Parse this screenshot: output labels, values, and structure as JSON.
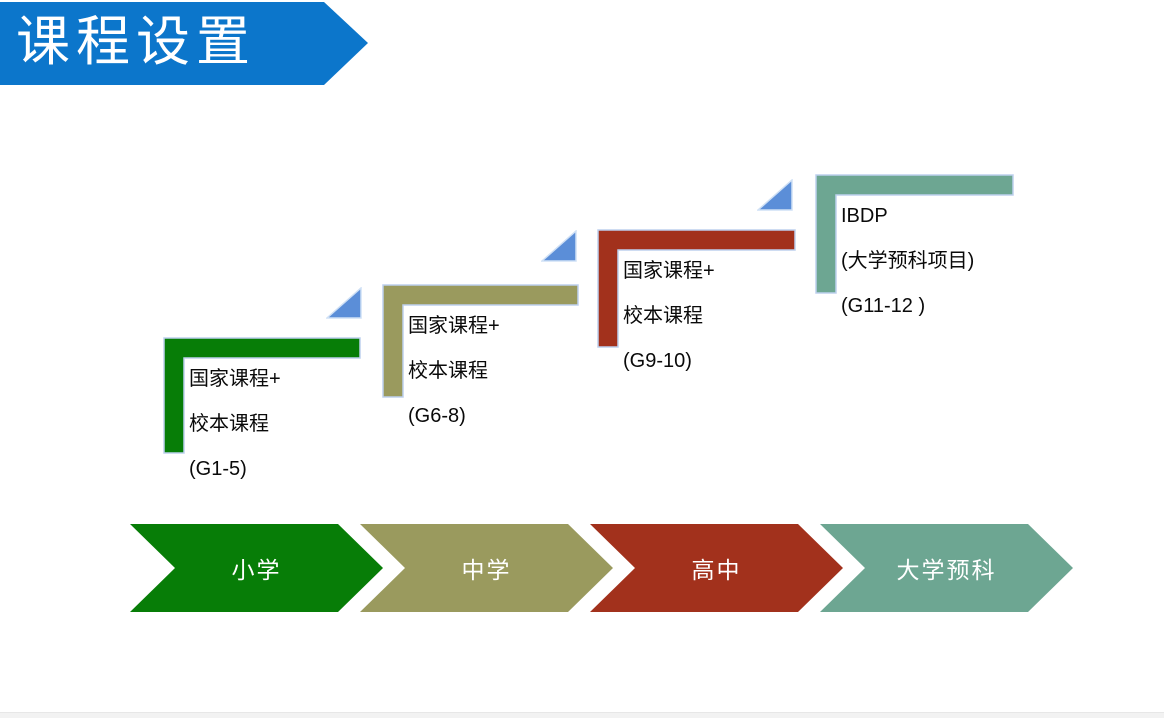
{
  "slide": {
    "title": "课程设置"
  },
  "colors": {
    "banner_blue": "#0c76cb",
    "green": "#077d07",
    "olive": "#9a9a5e",
    "brick_red": "#a2311c",
    "teal": "#6da692",
    "triangle_blue": "#5b8ed8",
    "shape_outline": "#bdd0ee",
    "step_text": "#0a0a0a",
    "bottom_strip": "#f2f2f2"
  },
  "steps": [
    {
      "id": "primary",
      "color": "#077d07",
      "lines": [
        "国家课程+",
        "校本课程",
        "(G1-5)"
      ],
      "chevron_label": "小学"
    },
    {
      "id": "middle",
      "color": "#9a9a5e",
      "lines": [
        "国家课程+",
        "校本课程",
        "(G6-8)"
      ],
      "chevron_label": "中学"
    },
    {
      "id": "high",
      "color": "#a2311c",
      "lines": [
        "国家课程+",
        "校本课程",
        "(G9-10)"
      ],
      "chevron_label": "高中"
    },
    {
      "id": "prep",
      "color": "#6da692",
      "lines": [
        "IBDP",
        "(大学预科项目)",
        "(G11-12 )"
      ],
      "chevron_label": "大学预科"
    }
  ]
}
